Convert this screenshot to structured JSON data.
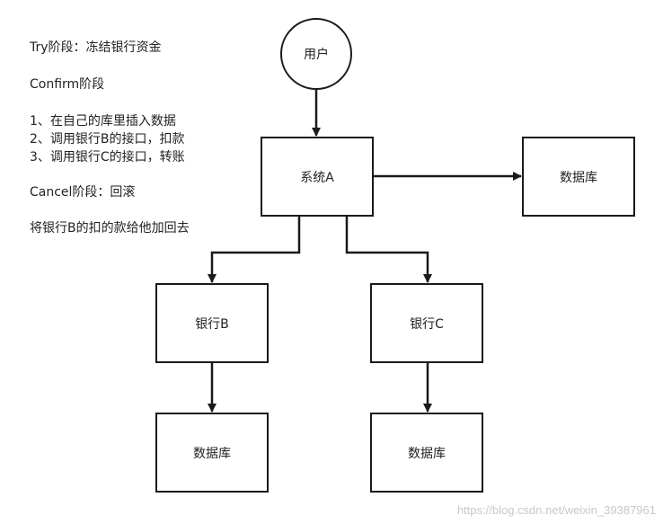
{
  "notes": {
    "try": "Try阶段：冻结银行资金",
    "confirm_title": "Confirm阶段",
    "confirm_step1": "1、在自己的库里插入数据",
    "confirm_step2": "2、调用银行B的接口，扣款",
    "confirm_step3": "3、调用银行C的接口，转账",
    "cancel": "Cancel阶段：回滚",
    "cancel_detail": "将银行B的扣的款给他加回去"
  },
  "nodes": {
    "user": "用户",
    "system_a": "系统A",
    "db_a": "数据库",
    "bank_b": "银行B",
    "bank_c": "银行C",
    "db_b": "数据库",
    "db_c": "数据库"
  },
  "edges": [
    {
      "from": "用户",
      "to": "系统A"
    },
    {
      "from": "系统A",
      "to": "数据库"
    },
    {
      "from": "系统A",
      "to": "银行B"
    },
    {
      "from": "系统A",
      "to": "银行C"
    },
    {
      "from": "银行B",
      "to": "数据库"
    },
    {
      "from": "银行C",
      "to": "数据库"
    }
  ],
  "watermark": "https://blog.csdn.net/weixin_39387961"
}
